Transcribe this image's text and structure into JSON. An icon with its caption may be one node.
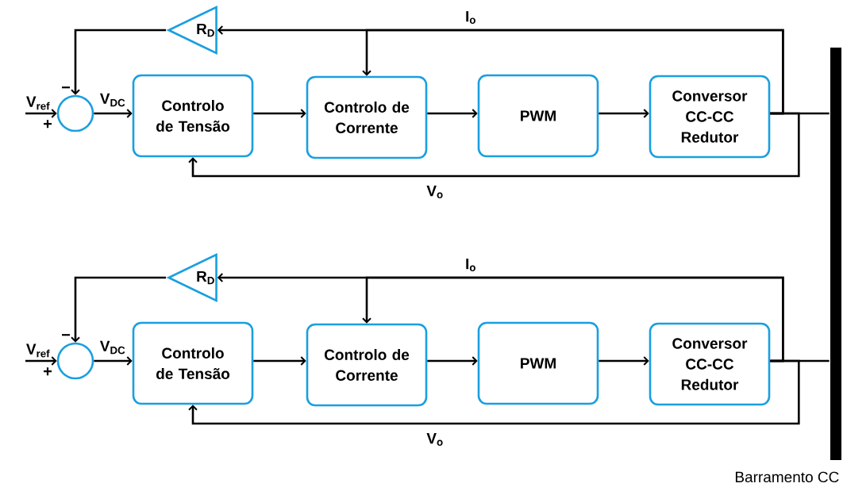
{
  "diagram": {
    "nodes": [
      {
        "text": [],
        "shape": "circle"
      },
      {
        "text": [
          "Controlo de Tensão"
        ]
      },
      {
        "text": [
          "Controlo de Corrente"
        ]
      },
      {
        "text": [
          "PWM"
        ]
      },
      {
        "text": [
          "Conversor CC-CC Redutor"
        ]
      },
      {
        "text": [
          "R$_{D}$"
        ]
      },
      {
        "text": [],
        "shape": "circle"
      },
      {
        "text": [
          "Controlo de Tensão"
        ]
      },
      {
        "text": [
          "Controlo de Corrente"
        ]
      },
      {
        "text": [
          "PWM"
        ]
      },
      {
        "text": [
          "Conversor CC-CC Redutor"
        ]
      },
      {
        "text": [
          "R$_{D}$"
        ]
      },
      {
        "text": [],
        "shape": "bar",
        "beside": [
          "Barramento CC"
        ]
      }
    ],
    "edges": [
      {
        "from": null,
        "to": 0,
        "arrow": "to",
        "label": "V$_{ref}$"
      },
      {
        "from": 0,
        "to": 1,
        "arrow": "to",
        "label": "V$_{DC}$"
      },
      {
        "from": 1,
        "to": 2,
        "arrow": "to"
      },
      {
        "from": 2,
        "to": 3,
        "arrow": "to"
      },
      {
        "from": 3,
        "to": 4,
        "arrow": "to"
      },
      {
        "from": 4,
        "to": 12,
        "arrow": "none"
      },
      {
        "from": 4,
        "to": 5,
        "arrow": "to",
        "label": "I$_{o}$"
      },
      {
        "from": 4,
        "to": 2,
        "arrow": "to"
      },
      {
        "from": 5,
        "to": 0,
        "arrow": "to"
      },
      {
        "from": 4,
        "to": 1,
        "arrow": "to",
        "label": "V$_{o}$"
      },
      {
        "from": null,
        "to": 6,
        "arrow": "to",
        "label": "V$_{ref}$"
      },
      {
        "from": 6,
        "to": 7,
        "arrow": "to",
        "label": "V$_{DC}$"
      },
      {
        "from": 7,
        "to": 8,
        "arrow": "to"
      },
      {
        "from": 8,
        "to": 9,
        "arrow": "to"
      },
      {
        "from": 9,
        "to": 10,
        "arrow": "to"
      },
      {
        "from": 10,
        "to": 12,
        "arrow": "none"
      },
      {
        "from": 10,
        "to": 11,
        "arrow": "to",
        "label": "I$_{o}$"
      },
      {
        "from": 10,
        "to": 8,
        "arrow": "to"
      },
      {
        "from": 11,
        "to": 6,
        "arrow": "to"
      },
      {
        "from": 10,
        "to": 7,
        "arrow": "to",
        "label": "V$_{o}$"
      }
    ],
    "labels": [
      "−",
      "+",
      "−",
      "+"
    ]
  }
}
